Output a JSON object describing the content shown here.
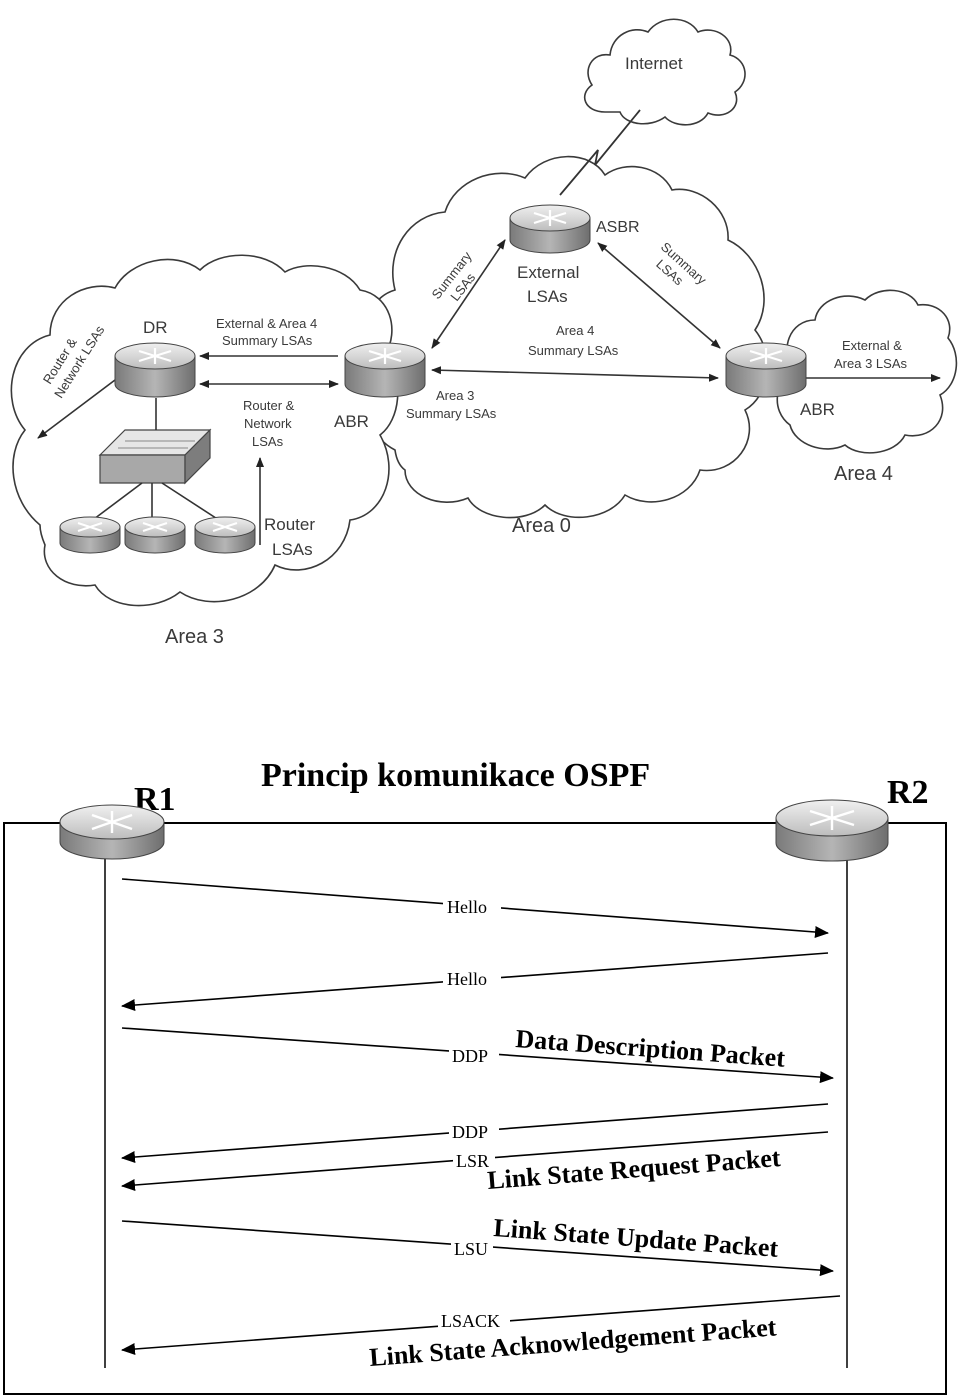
{
  "top_diagram": {
    "internet_label": "Internet",
    "asbr_label": "ASBR",
    "external_lsas_label": [
      "External",
      "LSAs"
    ],
    "summary_lsas_left": [
      "Summary",
      "LSAs"
    ],
    "summary_lsas_right": [
      "Summary",
      "LSAs"
    ],
    "dr_label": "DR",
    "abr_left_label": "ABR",
    "abr_right_label": "ABR",
    "ext_area4_summary": [
      "External & Area 4",
      "Summary LSAs"
    ],
    "router_network_lsas_mid": [
      "Router &",
      "Network",
      "LSAs"
    ],
    "router_network_lsas_diag": [
      "Router &",
      "Network LSAs"
    ],
    "router_lsas": [
      "Router",
      "LSAs"
    ],
    "area4_summary": [
      "Area 4",
      "Summary LSAs"
    ],
    "area3_summary": [
      "Area 3",
      "Summary LSAs"
    ],
    "external_area3_lsas": [
      "External &",
      "Area 3 LSAs"
    ],
    "area0_label": "Area 0",
    "area3_label": "Area 3",
    "area4_label": "Area 4"
  },
  "sequence": {
    "title": "Princip komunikace OSPF",
    "r1_label": "R1",
    "r2_label": "R2",
    "messages": [
      {
        "label": "Hello",
        "direction": "right"
      },
      {
        "label": "Hello",
        "direction": "left"
      },
      {
        "label": "DDP",
        "direction": "right",
        "note": "Data Description Packet"
      },
      {
        "label": "DDP",
        "direction": "left"
      },
      {
        "label": "LSR",
        "direction": "left",
        "note": "Link State Request Packet"
      },
      {
        "label": "LSU",
        "direction": "right",
        "note": "Link State Update Packet"
      },
      {
        "label": "LSACK",
        "direction": "left",
        "note": "Link State Acknowledgement Packet"
      }
    ]
  },
  "colors": {
    "line": "#2a2a2a",
    "router_top": "#d8d8d8",
    "router_side": "#8a8a8a"
  }
}
